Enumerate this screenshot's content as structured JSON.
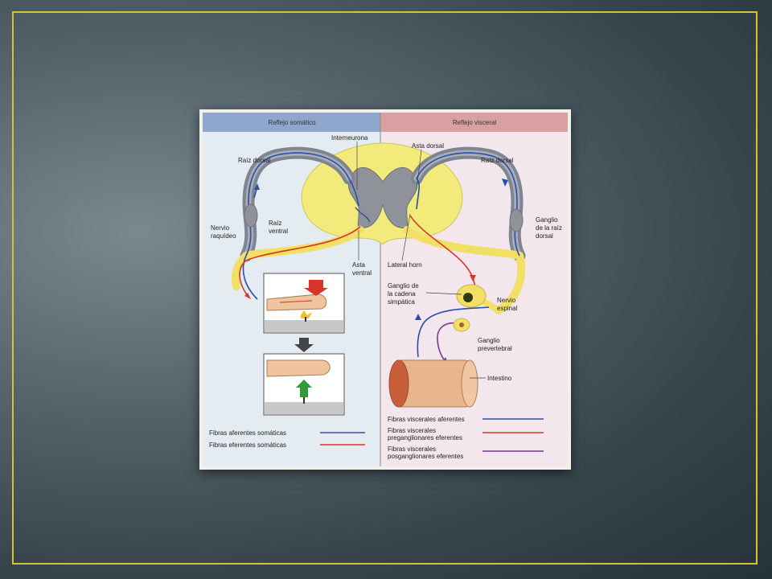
{
  "headers": {
    "left": "Reflejo somático",
    "right": "Reflejo visceral"
  },
  "labels": {
    "interneurona": "Interneurona",
    "asta_dorsal": "Asta dorsal",
    "raiz_dorsal_left": "Raíz dorsal",
    "raiz_dorsal_right": "Raíz dorsal",
    "nervio_raquideo": [
      "Nervio",
      "raquídeo"
    ],
    "raiz_ventral": [
      "Raíz",
      "ventral"
    ],
    "asta_ventral": [
      "Asta",
      "ventral"
    ],
    "lateral_horn": "Lateral horn",
    "ganglio_raiz_dorsal": [
      "Ganglio",
      "de la raíz",
      "dorsal"
    ],
    "ganglio_cadena": [
      "Ganglio de",
      "la cadena",
      "simpática"
    ],
    "nervio_espinal": [
      "Nervio",
      "espinal"
    ],
    "ganglio_prevertebral": [
      "Ganglio",
      "prevertebral"
    ],
    "intestino": "Intestino"
  },
  "legend_left": [
    {
      "label": "Fibras aferentes somáticas",
      "color": "#2a4fa8"
    },
    {
      "label": "Fibras eferentes somáticas",
      "color": "#d8352a"
    }
  ],
  "legend_right": [
    {
      "lines": [
        "Fibras viscerales aferentes"
      ],
      "color": "#2a4fa8"
    },
    {
      "lines": [
        "Fibras viscerales",
        "preganglionares eferentes"
      ],
      "color": "#d8352a"
    },
    {
      "lines": [
        "Fibras viscerales",
        "posganglionares eferentes"
      ],
      "color": "#7a3a8a"
    }
  ],
  "colors": {
    "frame": "#d6c233",
    "left_header_bg": "#8fa7cc",
    "right_header_bg": "#d8a0a0",
    "left_panel_bg": "#e4ecf2",
    "right_panel_bg": "#f3e6ec",
    "white_matter": "#f2ea7a",
    "gray_matter": "#8f9299",
    "afferent": "#2a4fa8",
    "efferent": "#d8352a",
    "postganglionic": "#7a3a8a"
  }
}
